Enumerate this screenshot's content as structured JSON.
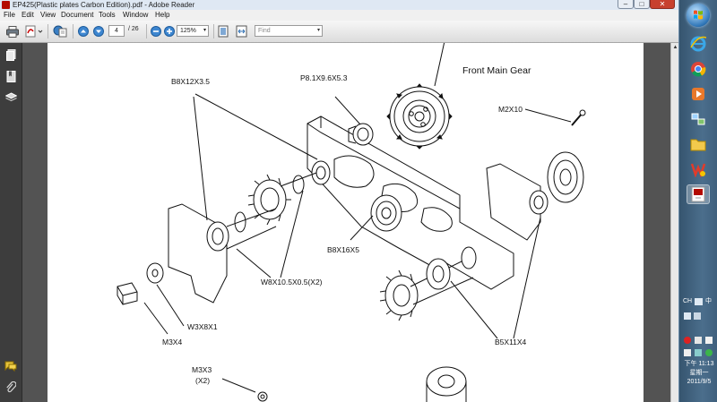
{
  "window": {
    "title": "EP425(Plastic plates  Carbon Edition).pdf - Adobe Reader",
    "minimize": "–",
    "maximize": "□",
    "close": "✕"
  },
  "menu": [
    "File",
    "Edit",
    "View",
    "Document",
    "Tools",
    "Window",
    "Help"
  ],
  "toolbar": {
    "current_page": "4",
    "total_pages": "/ 26",
    "zoom": "125%",
    "find_placeholder": "Find"
  },
  "figure_labels": {
    "front_main_gear": "Front Main Gear",
    "p8": "P8.1X9.6X5.3",
    "b8x12": "B8X12X3.5",
    "m2x10": "M2X10",
    "b8x16": "B8X16X5",
    "w8x10": "W8X10.5X0.5(X2)",
    "w3x8": "W3X8X1",
    "m3x4": "M3X4",
    "b5x11": "B5X11X4",
    "m3x3": "M3X3",
    "m3x3_qty": "(X2)"
  },
  "taskbar": {
    "lang": "CH",
    "lang_ime": "中",
    "time": "下午 11:13",
    "weekday": "星期一",
    "date": "2011/9/5"
  },
  "colors": {
    "reader_red": "#b30b00",
    "taskbar": "#4b6e8c",
    "doc_bg": "#535353"
  }
}
